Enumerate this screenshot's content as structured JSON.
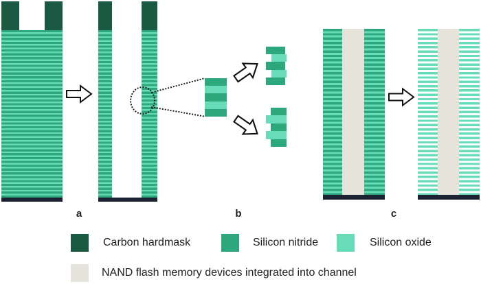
{
  "colors": {
    "hardmask": "#1a5a42",
    "nitride": "#2ca87c",
    "oxide": "#68dcb8",
    "channel": "#e6e3db",
    "substrate": "#1b2231",
    "text": "#1e1e1e"
  },
  "panels": {
    "a": {
      "label": "a"
    },
    "b": {
      "label": "b"
    },
    "c": {
      "label": "c"
    }
  },
  "detail_stacks": {
    "middle": [
      "nitride",
      "oxide",
      "nitride",
      "oxide",
      "nitride"
    ],
    "oxide_recessed": [
      "nitride",
      "oxide",
      "nitride",
      "oxide",
      "nitride"
    ],
    "nitride_recessed": [
      "nitride",
      "oxide",
      "nitride",
      "oxide",
      "nitride"
    ]
  },
  "legend": {
    "items": [
      {
        "id": "hardmask",
        "label": "Carbon hardmask"
      },
      {
        "id": "nitride",
        "label": "Silicon nitride"
      },
      {
        "id": "oxide",
        "label": "Silicon oxide"
      },
      {
        "id": "channel",
        "label": "NAND flash memory devices integrated into channel"
      }
    ]
  }
}
